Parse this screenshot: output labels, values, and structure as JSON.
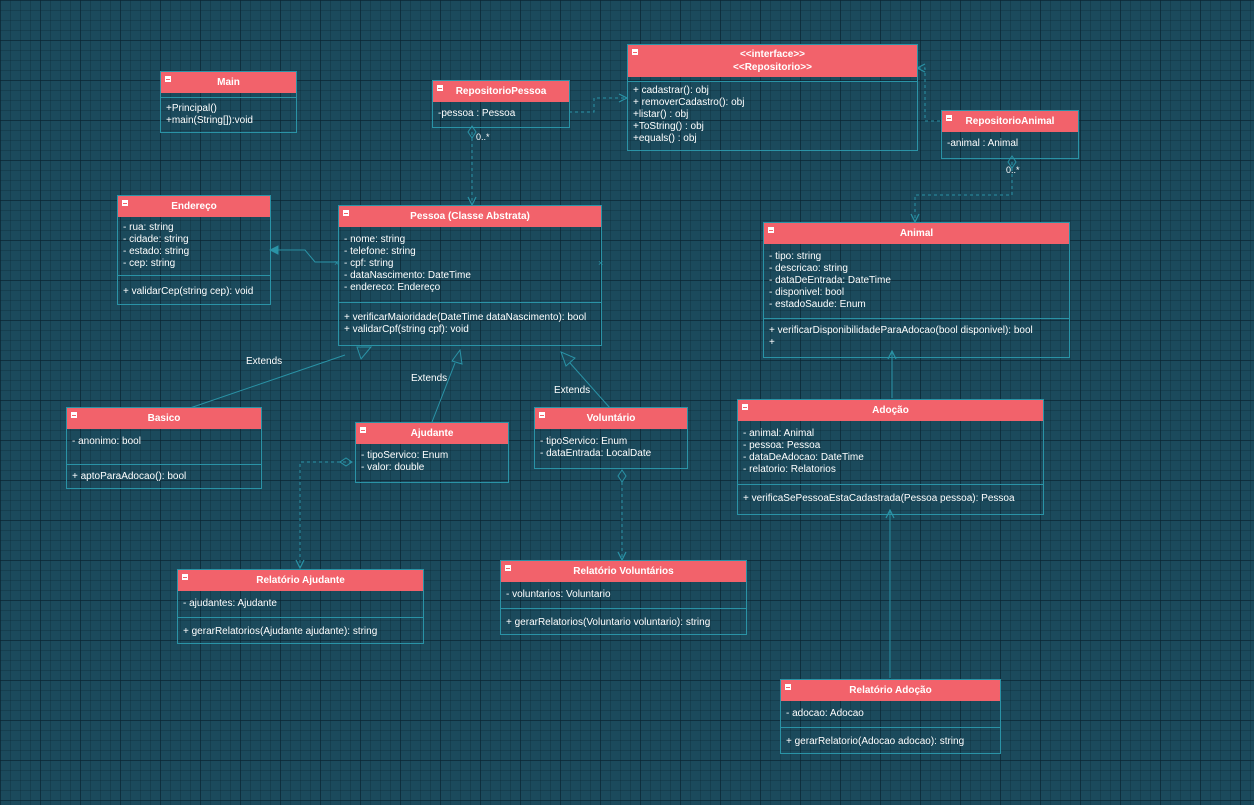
{
  "classes": {
    "main": {
      "title": "Main",
      "ops": [
        "+Principal()",
        "+main(String[]):void"
      ]
    },
    "repo_pessoa": {
      "title": "RepositorioPessoa",
      "attrs": [
        "-pessoa : Pessoa"
      ]
    },
    "irepo": {
      "title_line1": "<<interface>>",
      "title_line2": "<<Repositorio>>",
      "ops": [
        "+ cadastrar(): obj",
        "+ removerCadastro(): obj",
        "+listar() : obj",
        "+ToString() : obj",
        "+equals() : obj"
      ]
    },
    "repo_animal": {
      "title": "RepositorioAnimal",
      "attrs": [
        "-animal : Animal"
      ]
    },
    "endereco": {
      "title": "Endereço",
      "attrs": [
        "- rua: string",
        "- cidade: string",
        "- estado: string",
        "- cep: string"
      ],
      "ops": [
        "+ validarCep(string cep): void"
      ]
    },
    "pessoa": {
      "title": "Pessoa (Classe Abstrata)",
      "attrs": [
        "- nome: string",
        "- telefone: string",
        "- cpf: string",
        "- dataNascimento: DateTime",
        "- endereco: Endereço"
      ],
      "ops": [
        "+ verificarMaioridade(DateTime dataNascimento): bool",
        "+ validarCpf(string cpf): void"
      ]
    },
    "animal": {
      "title": "Animal",
      "attrs": [
        "- tipo: string",
        "- descricao: string",
        "- dataDeEntrada: DateTime",
        "- disponivel: bool",
        "- estadoSaude: Enum"
      ],
      "ops": [
        "+ verificarDisponibilidadeParaAdocao(bool disponivel): bool",
        "+"
      ]
    },
    "basico": {
      "title": "Basico",
      "attrs": [
        "- anonimo: bool"
      ],
      "ops": [
        "+ aptoParaAdocao(): bool"
      ]
    },
    "ajudante": {
      "title": "Ajudante",
      "attrs": [
        "- tipoServico: Enum",
        "- valor: double"
      ]
    },
    "voluntario": {
      "title": "Voluntário",
      "attrs": [
        "- tipoServico: Enum",
        "- dataEntrada: LocalDate"
      ]
    },
    "adocao": {
      "title": "Adoção",
      "attrs": [
        "- animal: Animal",
        "- pessoa: Pessoa",
        "- dataDeAdocao: DateTime",
        "- relatorio: Relatorios"
      ],
      "ops": [
        "+ verificaSePessoaEstaCadastrada(Pessoa pessoa): Pessoa"
      ]
    },
    "rel_ajudante": {
      "title": "Relatório Ajudante",
      "attrs": [
        "- ajudantes: Ajudante"
      ],
      "ops": [
        "+ gerarRelatorios(Ajudante ajudante): string"
      ]
    },
    "rel_voluntarios": {
      "title": "Relatório Voluntários",
      "attrs": [
        "- voluntarios: Voluntario"
      ],
      "ops": [
        "+ gerarRelatorios(Voluntario voluntario): string"
      ]
    },
    "rel_adocao": {
      "title": "Relatório Adoção",
      "attrs": [
        "- adocao: Adocao"
      ],
      "ops": [
        "+ gerarRelatorio(Adocao adocao): string"
      ]
    }
  },
  "edge_labels": {
    "extends_basico": "Extends",
    "extends_ajudante": "Extends",
    "extends_voluntario": "Extends",
    "mult_repo_pessoa": "0..*",
    "mult_repo_animal": "0..*"
  },
  "colors": {
    "background": "#1b4a5c",
    "header": "#f2626b",
    "border": "#2a93a6",
    "text": "#ffffff"
  }
}
